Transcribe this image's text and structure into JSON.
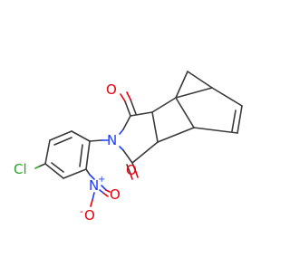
{
  "molecule": {
    "atom_labels": {
      "O_top": "O",
      "O_bottom": "O",
      "N_imide": "N",
      "Cl": "Cl",
      "N_nitro": "N",
      "N_nitro_charge": "+",
      "O_nitro_right": "O",
      "O_nitro_left": "O",
      "O_nitro_left_charge": "-"
    },
    "colors": {
      "carbon_bond": "#3a3a3a",
      "oxygen": "#e8000b",
      "nitrogen": "#1f3fff",
      "chlorine": "#2aa32a"
    }
  }
}
